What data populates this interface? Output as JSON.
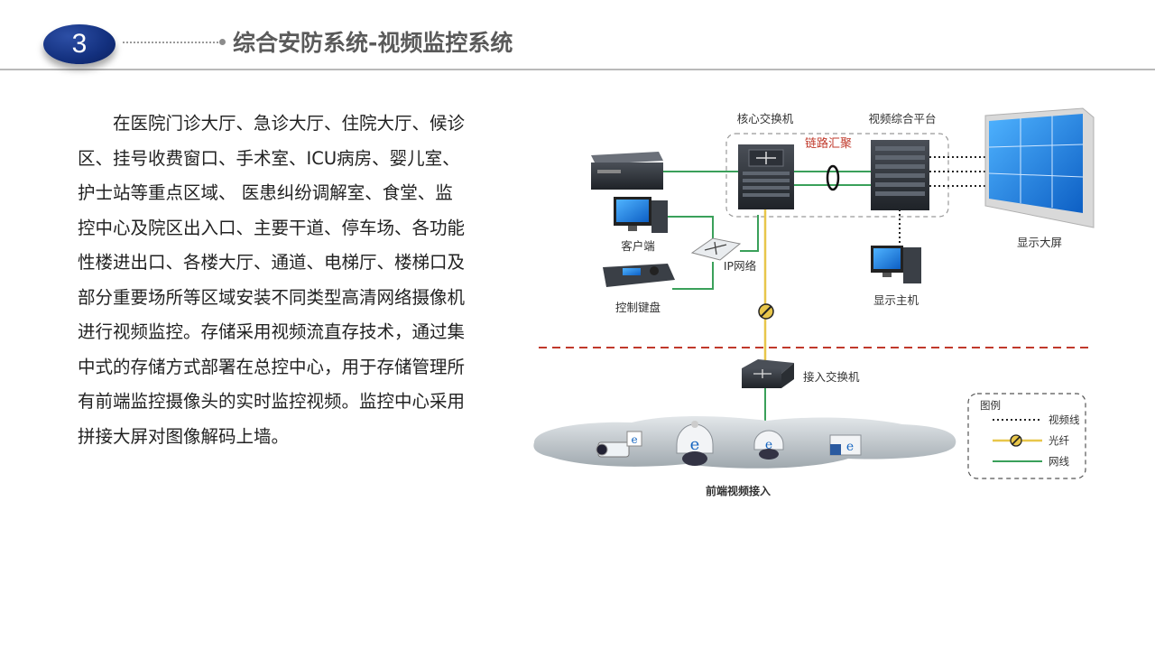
{
  "slide": {
    "number": "3",
    "title": "综合安防系统-视频监控系统"
  },
  "body_text": "在医院门诊大厅、急诊大厅、住院大厅、候诊区、挂号收费窗口、手术室、ICU病房、婴儿室、护士站等重点区域、 医患纠纷调解室、食堂、监控中心及院区出入口、主要干道、停车场、各功能性楼进出口、各楼大厅、通道、电梯厅、楼梯口及部分重要场所等区域安装不同类型高清网络摄像机进行视频监控。存储采用视频流直存技术，通过集中式的存储方式部署在总控中心，用于存储管理所有前端监控摄像头的实时监控视频。监控中心采用拼接大屏对图像解码上墙。",
  "diagram": {
    "labels": {
      "core_switch": "核心交换机",
      "video_platform": "视频综合平台",
      "link_aggregation": "链路汇聚",
      "client": "客户端",
      "ip_network": "IP网络",
      "control_keyboard": "控制键盘",
      "display_host": "显示主机",
      "display_wall": "显示大屏",
      "access_switch": "接入交换机",
      "front_end": "前端视频接入"
    },
    "legend": {
      "title": "图例",
      "items": [
        {
          "label": "视频线",
          "style": "dotted",
          "color": "#222222"
        },
        {
          "label": "光纤",
          "style": "fiber",
          "color": "#e8c64a"
        },
        {
          "label": "网线",
          "style": "solid",
          "color": "#3aa05a"
        }
      ]
    },
    "colors": {
      "network_line": "#3aa05a",
      "fiber_line": "#e8c64a",
      "divider": "#c0392b",
      "screen": "#1e88e5",
      "link_label": "#c0392b"
    }
  }
}
